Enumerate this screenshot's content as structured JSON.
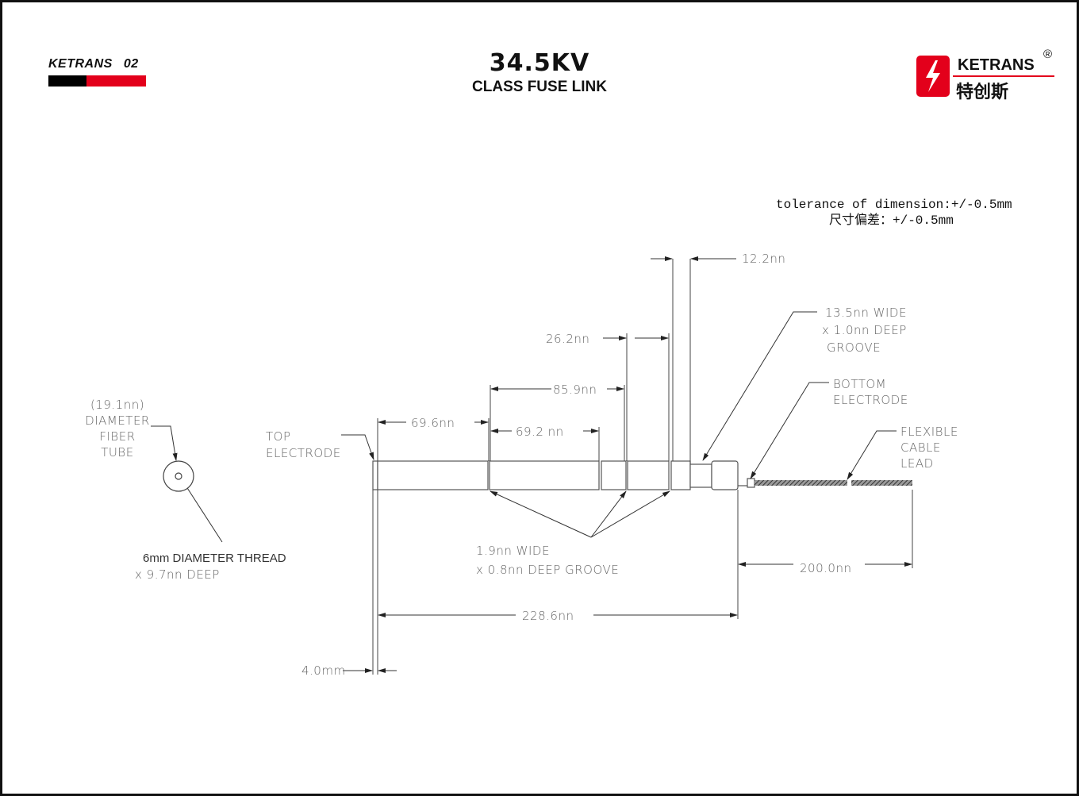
{
  "header": {
    "brand_left": "KETRANS",
    "page_number": "02",
    "title": "34.5KV",
    "subtitle": "CLASS FUSE LINK",
    "logo_en": "KETRANS",
    "logo_cn": "特创斯",
    "logo_reg": "®",
    "colors": {
      "red": "#e3001b",
      "black": "#000000"
    }
  },
  "notes": {
    "tolerance_en": "tolerance of dimension:+/-0.5mm",
    "tolerance_cn": "尺寸偏差：+/-0.5mm"
  },
  "dimensions": {
    "d_12_2": "12.2nn",
    "d_26_2": "26.2nn",
    "d_85_9": "85.9nn",
    "d_69_6": "69.6nn",
    "d_69_2": "69.2 nn",
    "d_228_6": "228.6nn",
    "d_200_0": "200.0nn",
    "d_4_0": "4.0mm"
  },
  "labels": {
    "groove_top": [
      "13.5nn  WIDE",
      "x 1.0nn  DEEP",
      "GROOVE"
    ],
    "bottom_electrode": [
      "BOTTOM",
      "ELECTRODE"
    ],
    "flexible_cable": [
      "FLEXIBLE",
      "CABLE",
      "LEAD"
    ],
    "top_electrode": [
      "TOP",
      "ELECTRODE"
    ],
    "groove_small": [
      "1.9nn WIDE",
      "x 0.8nn  DEEP GROOVE"
    ],
    "fiber_tube": [
      "(19.1nn)",
      "DIAMETER",
      "FIBER",
      "TUBE"
    ],
    "thread": [
      "6mm DIAMETER THREAD",
      "x 9.7nn DEEP"
    ]
  }
}
